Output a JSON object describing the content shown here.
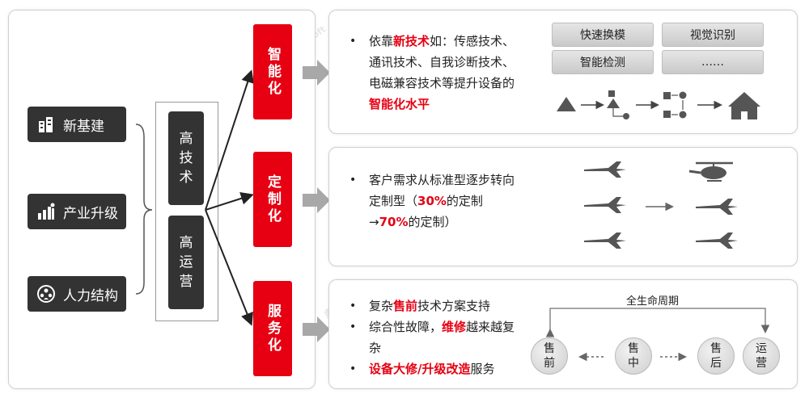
{
  "drivers": [
    {
      "label": "新基建",
      "icon": "building-icon"
    },
    {
      "label": "产业升级",
      "icon": "growth-people-icon"
    },
    {
      "label": "人力结构",
      "icon": "people-network-icon"
    }
  ],
  "middle": [
    {
      "chars": [
        "高",
        "技",
        "术"
      ]
    },
    {
      "chars": [
        "高",
        "运",
        "营"
      ]
    }
  ],
  "directions": [
    {
      "label": "智能化"
    },
    {
      "label": "定制化"
    },
    {
      "label": "服务化"
    }
  ],
  "panel1": {
    "text_parts": [
      "依靠",
      "新技术",
      "如：传感技术、通讯技术、自我诊断技术、电磁兼容技术等提升设备的",
      "智能化水平"
    ],
    "tags": [
      "快速换模",
      "视觉识别",
      "智能检测",
      "……"
    ]
  },
  "panel2": {
    "text_parts": [
      "客户需求从标准型逐步转向定制型（",
      "30%",
      "的定制→",
      "70%",
      "的定制）"
    ]
  },
  "panel3": {
    "items": [
      {
        "parts": [
          "复杂",
          "售前",
          "技术方案支持"
        ]
      },
      {
        "parts": [
          "综合性故障，",
          "维修",
          "越来越复杂"
        ]
      },
      {
        "parts": [
          "",
          "设备大修/升级改造",
          "服务"
        ]
      }
    ],
    "lifecycle_label": "全生命周期",
    "stages": [
      [
        "售",
        "前"
      ],
      [
        "售",
        "中"
      ],
      [
        "售",
        "后"
      ],
      [
        "运",
        "营"
      ]
    ]
  },
  "watermark": {
    "line1": "鼎捷软件",
    "line2": "DigiwinSoft"
  },
  "colors": {
    "accent_red": "#e60012",
    "dark_box": "#333333",
    "panel_border": "#cfcfcf"
  }
}
